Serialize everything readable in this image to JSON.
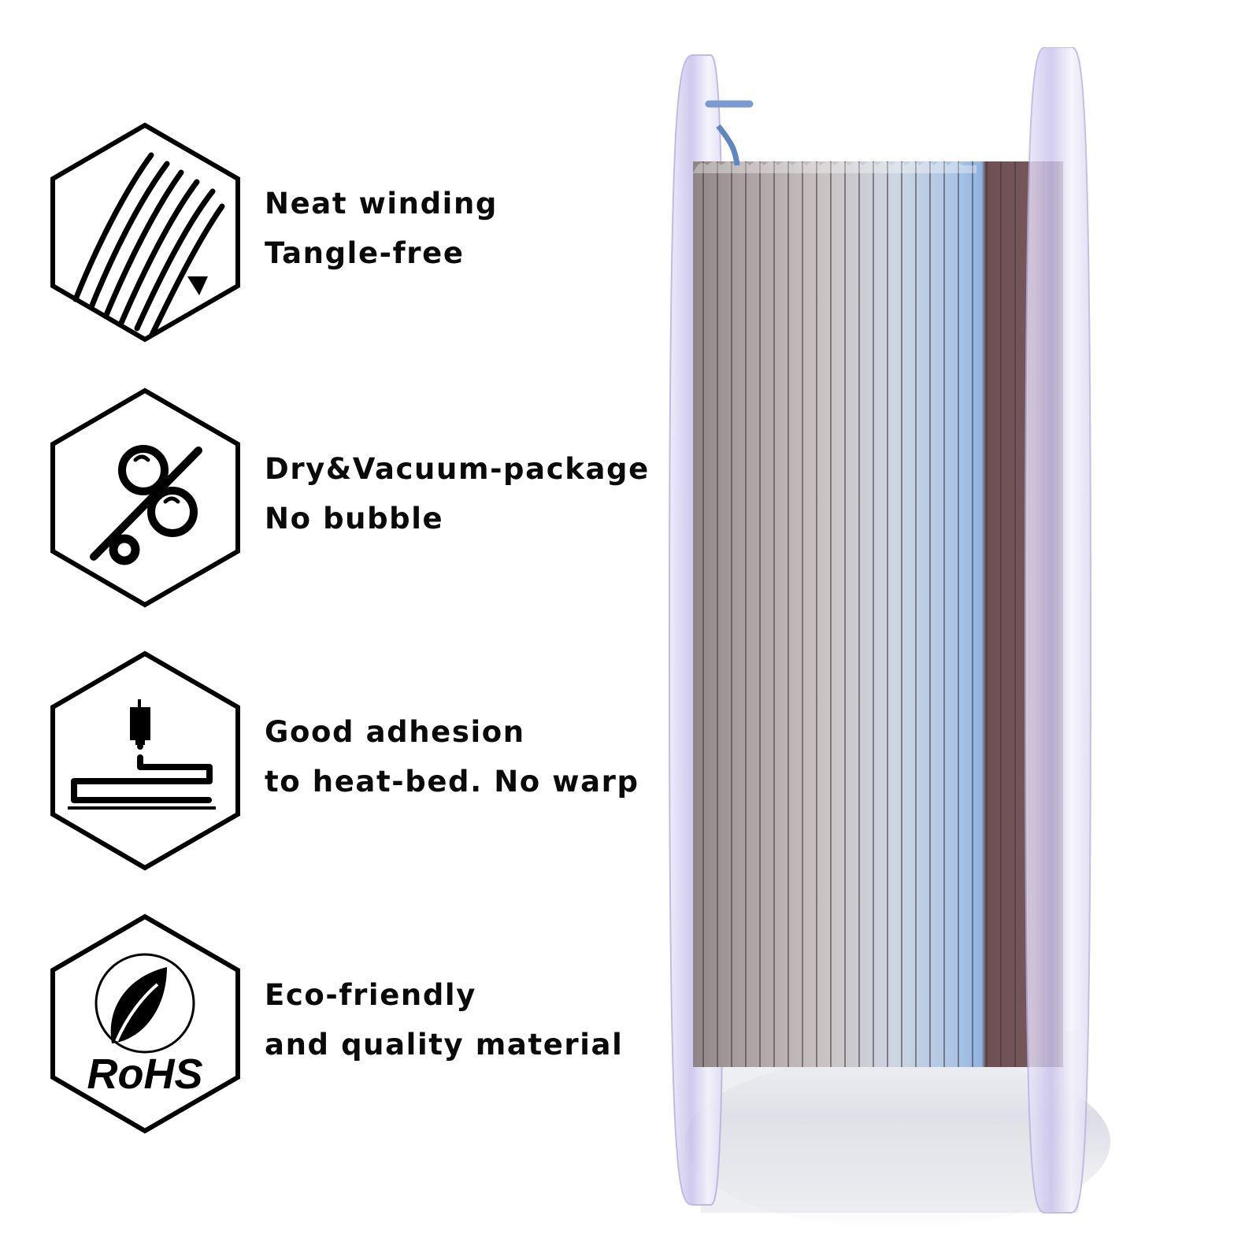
{
  "features": [
    {
      "icon": "neat-winding-icon",
      "line1": "Neat winding",
      "line2": "Tangle-free"
    },
    {
      "icon": "dry-vacuum-package-icon",
      "line1": "Dry&Vacuum-package",
      "line2": "No bubble"
    },
    {
      "icon": "heat-bed-adhesion-icon",
      "line1": "Good adhesion",
      "line2": "to heat-bed. No warp"
    },
    {
      "icon": "rohs-leaf-icon",
      "line1": "Eco-friendly",
      "line2": "and quality material",
      "badge_text": "RoHS"
    }
  ],
  "product": {
    "name": "filament-spool",
    "filament_colors": {
      "taupe": "#9a8e8f",
      "light_gray": "#c9c3c3",
      "pale_blue": "#b9cde3",
      "sky_blue": "#8fb2df",
      "maroon": "#6e4f52"
    },
    "flange_tint": "#c8c0ec"
  }
}
